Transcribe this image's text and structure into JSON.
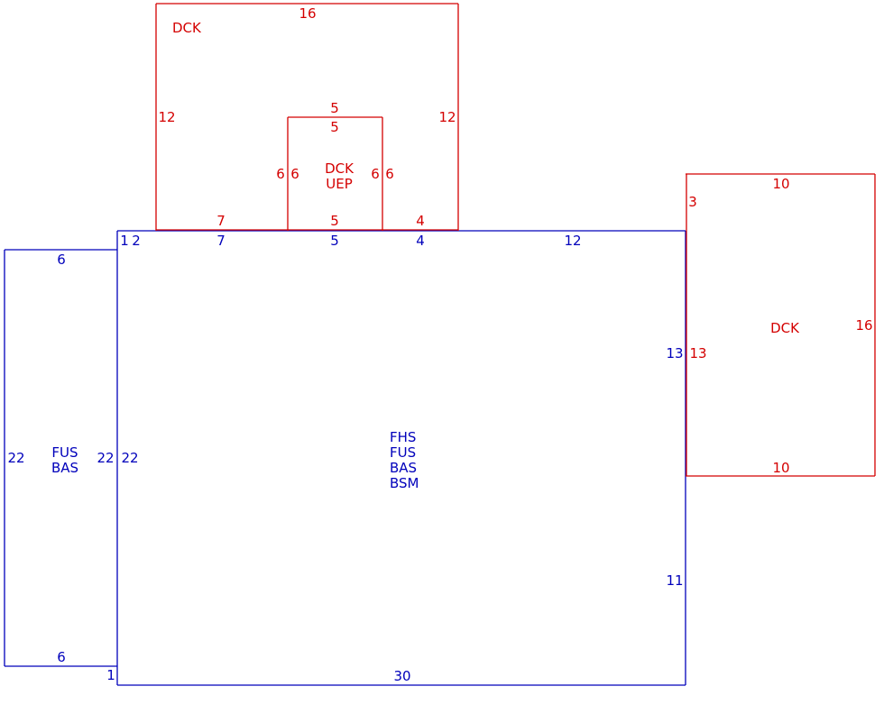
{
  "colors": {
    "main_structure": "#0000bb",
    "decks": "#d40000",
    "background": "#ffffff"
  },
  "areas": {
    "main_house": {
      "codes": [
        "FHS",
        "FUS",
        "BAS",
        "BSM"
      ],
      "dims": {
        "top_1": "1",
        "top_2": "2",
        "top_7": "7",
        "top_5": "5",
        "top_4": "4",
        "top_12": "12",
        "right_upper": "13",
        "right_lower": "11",
        "left": "22",
        "bottom": "30",
        "bottom_left_offset": "1"
      }
    },
    "left_addition": {
      "codes": [
        "FUS",
        "BAS"
      ],
      "dims": {
        "top": "6",
        "bottom": "6",
        "left": "22",
        "right": "22"
      }
    },
    "deck_top": {
      "label": "DCK",
      "dims": {
        "top": "16",
        "left": "12",
        "right": "12",
        "bottom_left": "7",
        "bottom_right": "4"
      }
    },
    "porch": {
      "codes": [
        "DCK",
        "UEP"
      ],
      "dims": {
        "top_outer": "5",
        "top_inner": "5",
        "left_outer": "6",
        "left_inner": "6",
        "right_inner": "6",
        "right_outer": "6",
        "bottom": "5"
      }
    },
    "deck_right": {
      "label": "DCK",
      "dims": {
        "top": "10",
        "bottom": "10",
        "right": "16",
        "left": "13",
        "left_offset": "3"
      }
    }
  }
}
